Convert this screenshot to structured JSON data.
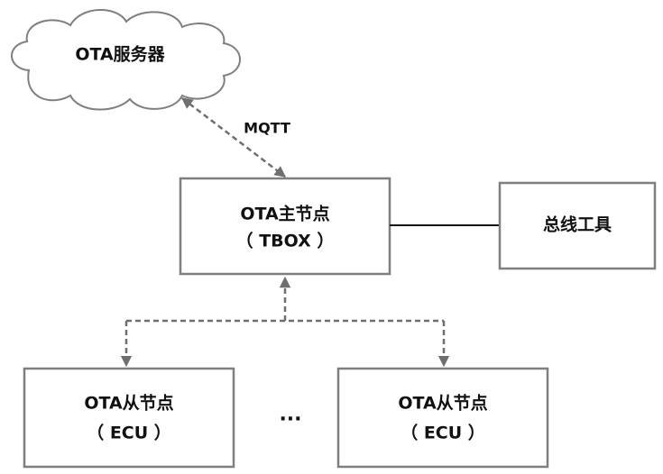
{
  "diagram": {
    "server": {
      "label": "OTA服务器"
    },
    "protocol": {
      "label": "MQTT"
    },
    "master": {
      "line1": "OTA主节点",
      "line2": "（ TBOX ）"
    },
    "bus_tool": {
      "label": "总线工具"
    },
    "slave_left": {
      "line1": "OTA从节点",
      "line2": "（ ECU ）"
    },
    "slave_right": {
      "line1": "OTA从节点",
      "line2": "（ ECU ）"
    },
    "ellipsis": {
      "label": "···"
    }
  },
  "colors": {
    "border": "#7f7f7f",
    "connector": "#6f6f6f",
    "text": "#111111"
  }
}
